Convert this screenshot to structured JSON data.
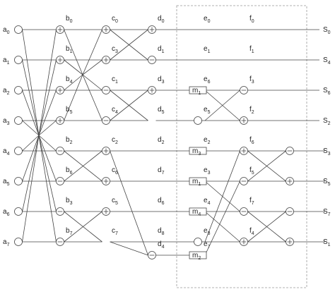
{
  "diagram": {
    "inputs": [
      {
        "base": "a",
        "sub": "0"
      },
      {
        "base": "a",
        "sub": "1"
      },
      {
        "base": "a",
        "sub": "2"
      },
      {
        "base": "a",
        "sub": "3"
      },
      {
        "base": "a",
        "sub": "4"
      },
      {
        "base": "a",
        "sub": "5"
      },
      {
        "base": "a",
        "sub": "6"
      },
      {
        "base": "a",
        "sub": "7"
      }
    ],
    "outputs": [
      {
        "base": "S",
        "sub": "0"
      },
      {
        "base": "S",
        "sub": "4"
      },
      {
        "base": "S",
        "sub": "6"
      },
      {
        "base": "S",
        "sub": "2"
      },
      {
        "base": "S",
        "sub": "3"
      },
      {
        "base": "S",
        "sub": "5"
      },
      {
        "base": "S",
        "sub": "7"
      },
      {
        "base": "S",
        "sub": "1"
      }
    ],
    "node_labels": [
      {
        "base": "b",
        "sub": "0",
        "stage": 0,
        "row": 0
      },
      {
        "base": "b",
        "sub": "1",
        "stage": 0,
        "row": 1
      },
      {
        "base": "b",
        "sub": "4",
        "stage": 0,
        "row": 2
      },
      {
        "base": "b",
        "sub": "5",
        "stage": 0,
        "row": 3
      },
      {
        "base": "b",
        "sub": "2",
        "stage": 0,
        "row": 4
      },
      {
        "base": "b",
        "sub": "6",
        "stage": 0,
        "row": 5
      },
      {
        "base": "b",
        "sub": "3",
        "stage": 0,
        "row": 6
      },
      {
        "base": "b",
        "sub": "7",
        "stage": 0,
        "row": 7
      },
      {
        "base": "c",
        "sub": "0",
        "stage": 1,
        "row": 0
      },
      {
        "base": "c",
        "sub": "3",
        "stage": 1,
        "row": 1
      },
      {
        "base": "c",
        "sub": "1",
        "stage": 1,
        "row": 2
      },
      {
        "base": "c",
        "sub": "4",
        "stage": 1,
        "row": 3
      },
      {
        "base": "c",
        "sub": "2",
        "stage": 1,
        "row": 4
      },
      {
        "base": "c",
        "sub": "6",
        "stage": 1,
        "row": 5
      },
      {
        "base": "c",
        "sub": "5",
        "stage": 1,
        "row": 6
      },
      {
        "base": "c",
        "sub": "7",
        "stage": 1,
        "row": 7
      },
      {
        "base": "d",
        "sub": "0",
        "stage": 2,
        "row": 0
      },
      {
        "base": "d",
        "sub": "1",
        "stage": 2,
        "row": 1
      },
      {
        "base": "d",
        "sub": "3",
        "stage": 2,
        "row": 2
      },
      {
        "base": "d",
        "sub": "5",
        "stage": 2,
        "row": 3
      },
      {
        "base": "d",
        "sub": "2",
        "stage": 2,
        "row": 4
      },
      {
        "base": "d",
        "sub": "7",
        "stage": 2,
        "row": 5
      },
      {
        "base": "d",
        "sub": "6",
        "stage": 2,
        "row": 6
      },
      {
        "base": "d",
        "sub": "8",
        "stage": 2,
        "row": 7
      },
      {
        "base": "d",
        "sub": "4",
        "stage": 2,
        "row": 8
      },
      {
        "base": "e",
        "sub": "0",
        "stage": 3,
        "row": 0
      },
      {
        "base": "e",
        "sub": "1",
        "stage": 3,
        "row": 1
      },
      {
        "base": "e",
        "sub": "6",
        "stage": 3,
        "row": 2
      },
      {
        "base": "e",
        "sub": "5",
        "stage": 3,
        "row": 3
      },
      {
        "base": "e",
        "sub": "2",
        "stage": 3,
        "row": 4
      },
      {
        "base": "e",
        "sub": "3",
        "stage": 3,
        "row": 5
      },
      {
        "base": "e",
        "sub": "4",
        "stage": 3,
        "row": 6
      },
      {
        "base": "e",
        "sub": "8",
        "stage": 3,
        "row": 7
      },
      {
        "base": "e",
        "sub": "7",
        "stage": 3,
        "row": 8
      },
      {
        "base": "f",
        "sub": "0",
        "stage": 4,
        "row": 0
      },
      {
        "base": "f",
        "sub": "1",
        "stage": 4,
        "row": 1
      },
      {
        "base": "f",
        "sub": "3",
        "stage": 4,
        "row": 2
      },
      {
        "base": "f",
        "sub": "2",
        "stage": 4,
        "row": 3
      },
      {
        "base": "f",
        "sub": "6",
        "stage": 4,
        "row": 4
      },
      {
        "base": "f",
        "sub": "5",
        "stage": 4,
        "row": 5
      },
      {
        "base": "f",
        "sub": "7",
        "stage": 4,
        "row": 6
      },
      {
        "base": "f",
        "sub": "4",
        "stage": 4,
        "row": 7
      }
    ],
    "multipliers": [
      {
        "base": "m",
        "sub": "1",
        "row": 2
      },
      {
        "base": "m",
        "sub": "3",
        "row": 4
      },
      {
        "base": "m",
        "sub": "1",
        "row": 5
      },
      {
        "base": "m",
        "sub": "4",
        "row": 6
      },
      {
        "base": "m",
        "sub": "2",
        "row": 8
      }
    ],
    "ops": [
      {
        "stage": 0,
        "row": 0,
        "symbol": "plus"
      },
      {
        "stage": 0,
        "row": 1,
        "symbol": "plus"
      },
      {
        "stage": 0,
        "row": 2,
        "symbol": "plus"
      },
      {
        "stage": 0,
        "row": 3,
        "symbol": "plus"
      },
      {
        "stage": 0,
        "row": 4,
        "symbol": "minus"
      },
      {
        "stage": 0,
        "row": 5,
        "symbol": "minus"
      },
      {
        "stage": 0,
        "row": 6,
        "symbol": "minus"
      },
      {
        "stage": 0,
        "row": 7,
        "symbol": "minus"
      },
      {
        "stage": 1,
        "row": 0,
        "symbol": "plus"
      },
      {
        "stage": 1,
        "row": 1,
        "symbol": "plus"
      },
      {
        "stage": 1,
        "row": 2,
        "symbol": "minus"
      },
      {
        "stage": 1,
        "row": 3,
        "symbol": "minus"
      },
      {
        "stage": 1,
        "row": 4,
        "symbol": "plus"
      },
      {
        "stage": 1,
        "row": 5,
        "symbol": "plus"
      },
      {
        "stage": 1,
        "row": 6,
        "symbol": "plus"
      },
      {
        "stage": 2,
        "row": 0,
        "symbol": "plus"
      },
      {
        "stage": 2,
        "row": 1,
        "symbol": "minus"
      },
      {
        "stage": 2,
        "row": 2,
        "symbol": "plus"
      },
      {
        "stage": 2,
        "row": 8,
        "symbol": "minus"
      },
      {
        "stage": 3,
        "row": 3,
        "symbol": "none"
      },
      {
        "stage": 3,
        "row": 7,
        "symbol": "none"
      },
      {
        "stage": 4,
        "row": 2,
        "symbol": "minus"
      },
      {
        "stage": 4,
        "row": 3,
        "symbol": "plus"
      },
      {
        "stage": 4,
        "row": 4,
        "symbol": "plus"
      },
      {
        "stage": 4,
        "row": 5,
        "symbol": "minus"
      },
      {
        "stage": 4,
        "row": 6,
        "symbol": "minus"
      },
      {
        "stage": 4,
        "row": 7,
        "symbol": "plus"
      },
      {
        "stage": 5,
        "row": 4,
        "symbol": "minus"
      },
      {
        "stage": 5,
        "row": 5,
        "symbol": "plus"
      },
      {
        "stage": 5,
        "row": 6,
        "symbol": "minus"
      },
      {
        "stage": 5,
        "row": 7,
        "symbol": "plus"
      }
    ]
  }
}
